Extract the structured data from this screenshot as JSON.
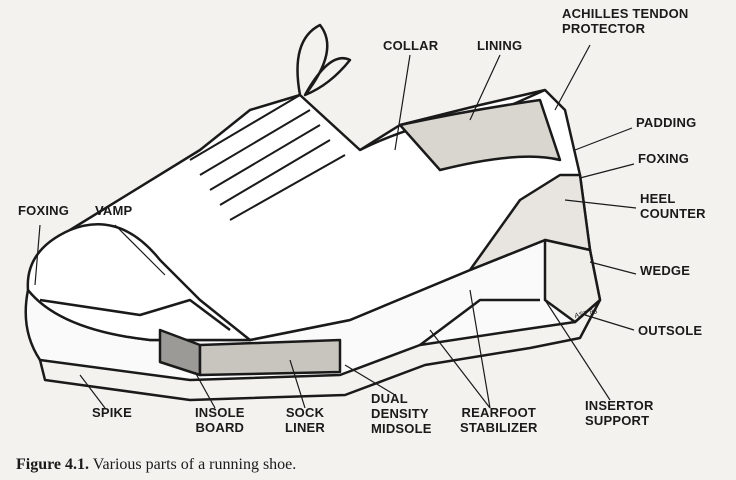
{
  "figure": {
    "caption_number": "Figure 4.1.",
    "caption_text": "Various parts of a running shoe.",
    "artist_signature": "AST 83",
    "labels": {
      "collar": "COLLAR",
      "lining": "LINING",
      "achilles": [
        "ACHILLES TENDON",
        "PROTECTOR"
      ],
      "padding": "PADDING",
      "foxing_right": "FOXING",
      "heel_counter": [
        "HEEL",
        "COUNTER"
      ],
      "wedge": "WEDGE",
      "outsole": "OUTSOLE",
      "insertor_support": [
        "INSERTOR",
        "SUPPORT"
      ],
      "rearfoot_stabilizer": [
        "REARFOOT",
        "STABILIZER"
      ],
      "dual_density_midsole": [
        "DUAL",
        "DENSITY",
        "MIDSOLE"
      ],
      "sock_liner": [
        "SOCK",
        "LINER"
      ],
      "insole_board": [
        "INSOLE",
        "BOARD"
      ],
      "spike": "SPIKE",
      "foxing_left": "FOXING",
      "vamp": "VAMP"
    }
  }
}
